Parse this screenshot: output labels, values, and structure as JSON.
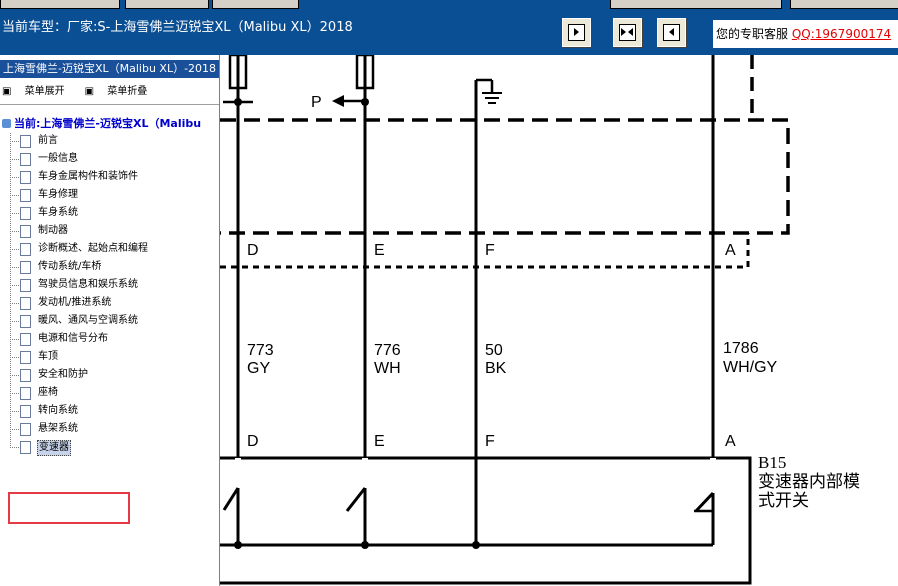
{
  "header": {
    "car_prefix": "当前车型：",
    "car_value": "厂家:S-上海雪佛兰迈锐宝XL（Malibu XL）2018",
    "toolbar_buttons": [
      {
        "icon": "next-page-icon"
      },
      {
        "icon": "fit-page-icon"
      },
      {
        "icon": "prev-page-icon"
      }
    ],
    "support_text": "您的专职客服",
    "support_qq": "QQ:1967900174"
  },
  "sidebar": {
    "title": "上海雪佛兰-迈锐宝XL（Malibu XL）-2018",
    "expand_label": "菜单展开",
    "collapse_label": "菜单折叠",
    "root_label": "当前:上海雪佛兰-迈锐宝XL（Malibu",
    "items": [
      {
        "label": "前言"
      },
      {
        "label": "一般信息"
      },
      {
        "label": "车身金属构件和装饰件"
      },
      {
        "label": "车身修理"
      },
      {
        "label": "车身系统"
      },
      {
        "label": "制动器"
      },
      {
        "label": "诊断概述、起始点和编程"
      },
      {
        "label": "传动系统/车桥"
      },
      {
        "label": "驾驶员信息和娱乐系统"
      },
      {
        "label": "发动机/推进系统"
      },
      {
        "label": "暖风、通风与空调系统"
      },
      {
        "label": "电源和信号分布"
      },
      {
        "label": "车顶"
      },
      {
        "label": "安全和防护"
      },
      {
        "label": "座椅"
      },
      {
        "label": "转向系统"
      },
      {
        "label": "悬架系统"
      },
      {
        "label": "变速器",
        "selected": true
      }
    ]
  },
  "diagram": {
    "p_label": "P",
    "top_pins": [
      "D",
      "E",
      "F",
      "A"
    ],
    "wires": [
      {
        "circuit": "773",
        "color": "GY"
      },
      {
        "circuit": "776",
        "color": "WH"
      },
      {
        "circuit": "50",
        "color": "BK"
      },
      {
        "circuit": "1786",
        "color": "WH/GY"
      }
    ],
    "bottom_pins": [
      "D",
      "E",
      "F",
      "A"
    ],
    "component_id": "B15",
    "component_name_line1": "变速器内部模",
    "component_name_line2": "式开关"
  },
  "colors": {
    "header_bg": "#0a4f94",
    "sidebar_title_bg": "#1a4f9a",
    "selection_box": "#e63946",
    "qq_link": "#e60000"
  }
}
